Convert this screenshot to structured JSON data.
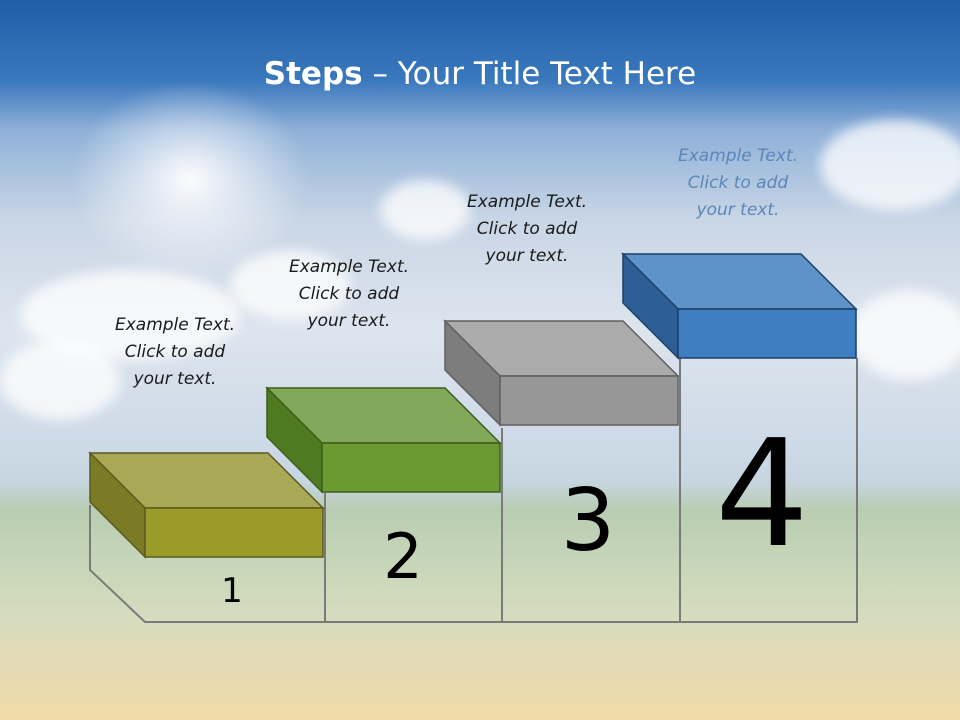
{
  "title": {
    "bold": "Steps",
    "rest": " – Your Title Text Here"
  },
  "steps": [
    {
      "number": "1",
      "color": "#9b9b2a",
      "lines": [
        "Example Text.",
        "Click  to add",
        "your text."
      ]
    },
    {
      "number": "2",
      "color": "#6b9a32",
      "lines": [
        "Example Text.",
        "Click  to add",
        "your text."
      ]
    },
    {
      "number": "3",
      "color": "#979797",
      "lines": [
        "Example Text.",
        "Click  to add",
        "your text."
      ]
    },
    {
      "number": "4",
      "color": "#3f7ec0",
      "lines": [
        "Example Text.",
        "Click  to add",
        "your text."
      ]
    }
  ],
  "colors": {
    "title": "#ffffff",
    "caption": "#1a1a1a",
    "caption_top": "#5a87b8",
    "outline": "#7a7a7a"
  }
}
